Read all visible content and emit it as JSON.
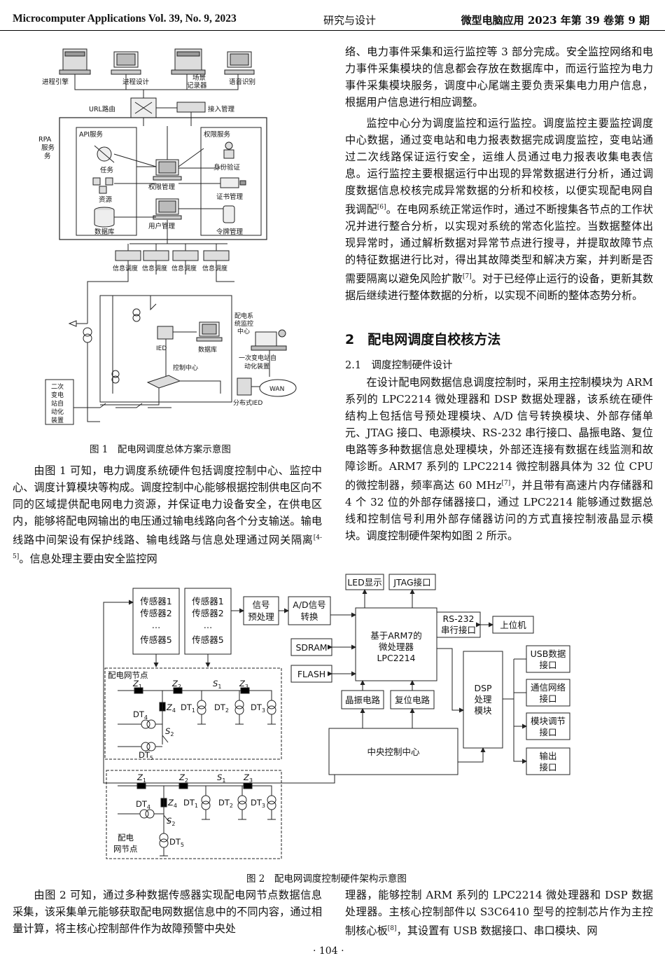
{
  "header": {
    "journal_en": "Microcomputer Applications Vol. 39, No. 9, 2023",
    "section": "研究与设计",
    "journal_cn": "微型电脑应用 2023 年第 39 卷第 9 期"
  },
  "figure1": {
    "caption": "图 1　配电网调度总体方案示意图",
    "labels": {
      "process_engine": "进程引擎",
      "process_design": "进程设计",
      "scene_recorder_1": "场景",
      "scene_recorder_2": "记录器",
      "voice_recognition": "语音识别",
      "url_router": "URL路由",
      "access_mgmt": "接入管理",
      "rpa_1": "RPA",
      "rpa_2": "服务",
      "rpa_3": "务",
      "api_service": "API服务",
      "perm_service": "权限服务",
      "task": "任务",
      "resource": "资源",
      "database": "数据库",
      "perm_mgmt": "权限管理",
      "user_mgmt": "用户管理",
      "identity": "身份验证",
      "cert_mgmt": "证书管理",
      "token_mgmt": "令牌管理",
      "dispatch": "信息调度",
      "ied": "IED",
      "db2": "数据库",
      "control_center": "控制中心",
      "monitor_1": "配电系",
      "monitor_2": "统监控",
      "monitor_3": "中心",
      "primary_1": "一次变电站自",
      "primary_2": "动化装置",
      "wan": "WAN",
      "dist_ied": "分布式IED",
      "secondary_1": "二次",
      "secondary_2": "变电",
      "secondary_3": "站自",
      "secondary_4": "动化",
      "secondary_5": "装置"
    }
  },
  "figure2": {
    "caption": "图 2　配电网调度控制硬件架构示意图",
    "labels": {
      "sensor1": "传感器1",
      "sensor2": "传感器2",
      "ellipsis": "…",
      "sensor5": "传感器5",
      "signal_1": "信号",
      "signal_2": "预处理",
      "ad_1": "A/D信号",
      "ad_2": "转换",
      "led": "LED显示",
      "jtag": "JTAG接口",
      "arm_1": "基于ARM7的",
      "arm_2": "微处理器",
      "arm_3": "LPC2214",
      "rs232_1": "RS-232",
      "rs232_2": "串行接口",
      "host": "上位机",
      "sdram": "SDRAM",
      "flash": "FLASH",
      "crystal": "晶振电路",
      "reset": "复位电路",
      "dsp_1": "DSP",
      "dsp_2": "处理",
      "dsp_3": "模块",
      "usb_1": "USB数据",
      "usb_2": "接口",
      "net_1": "通信网络",
      "net_2": "接口",
      "mod_1": "模块调节",
      "mod_2": "接口",
      "out_1": "输出",
      "out_2": "接口",
      "central": "中央控制中心",
      "node_title": "配电网节点",
      "node2_1": "配电",
      "node2_2": "网节点",
      "Z": "Z",
      "S": "S",
      "DT": "DT",
      "s1": "1",
      "s2": "2",
      "s3": "3",
      "s4": "4",
      "s5": "5"
    }
  },
  "text": {
    "right_top": "络、电力事件采集和运行监控等 3 部分完成。安全监控网络和电力事件采集模块的信息都会存放在数据库中，而运行监控为电力事件采集模块服务，调度中心尾端主要负责采集电力用户信息，根据用户信息进行相应调整。",
    "right_p2a": "监控中心分为调度监控和运行监控。调度监控主要监控调度中心数据，通过变电站和电力报表数据完成调度监控，变电站通过二次线路保证运行安全，运维人员通过电力报表收集电表信息。运行监控主要根据运行中出现的异常数据进行分析，通过调度数据信息校核完成异常数据的分析和校核，以便实现配电网自我调配",
    "ref6": "[6]",
    "right_p2b": "。在电网系统正常运作时，通过不断搜集各节点的工作状况并进行整合分析，以实现对系统的常态化监控。当数据整体出现异常时，通过解析数据对异常节点进行搜寻，并提取故障节点的特征数据进行比对，得出其故障类型和解决方案，并判断是否需要隔离以避免风险扩散",
    "ref7": "[7]",
    "right_p2c": "。对于已经停止运行的设备，更新其数据后继续进行整体数据的分析，以实现不间断的整体态势分析。",
    "section2": "2　配电网调度自校核方法",
    "sub21": "2.1　调度控制硬件设计",
    "right_p3a": "在设计配电网数据信息调度控制时，采用主控制模块为 ARM 系列的 LPC2214 微处理器和 DSP 数据处理器，该系统在硬件结构上包括信号预处理模块、A/D 信号转换模块、外部存储单元、JTAG 接口、电源模块、RS-232 串行接口、晶振电路、复位电路等多种数据信息处理模块，外部还连接有数据在线监测和故障诊断。ARM7 系列的 LPC2214 微控制器具体为 32 位 CPU 的微控制器，频率高达 60 MHz",
    "ref7b": "[7]",
    "right_p3b": "，并且带有高速片内存储器和 4 个 32 位的外部存储器接口，通过 LPC2214 能够通过数据总线和控制信号利用外部存储器访问的方式直接控制液晶显示模块。调度控制硬件架构如图 2 所示。",
    "left_p1a": "由图 1 可知，电力调度系统硬件包括调度控制中心、监控中心、调度计算模块等构成。调度控制中心能够根据控制供电区向不同的区域提供配电网电力资源，并保证电力设备安全，在供电区内，能够将配电网输出的电压通过输电线路向各个分支输送。输电线路中间架设有保护线路、输电线路与信息处理通过网关隔离",
    "ref45": "[4-5]",
    "left_p1b": "。信息处理主要由安全监控网",
    "bottom_left": "由图 2 可知，通过多种数据传感器实现配电网节点数据信息采集，该采集单元能够获取配电网数据信息中的不同内容，通过相量计算，将主核心控制部件作为故障预警中央处",
    "bottom_right_a": "理器，能够控制 ARM 系列的 LPC2214 微处理器和 DSP 数据处理器。主核心控制部件以 S3C6410 型号的控制芯片作为主控制核心板",
    "ref8": "[8]",
    "bottom_right_b": "，其设置有 USB 数据接口、串口模块、网",
    "page_number": "· 104 ·"
  }
}
